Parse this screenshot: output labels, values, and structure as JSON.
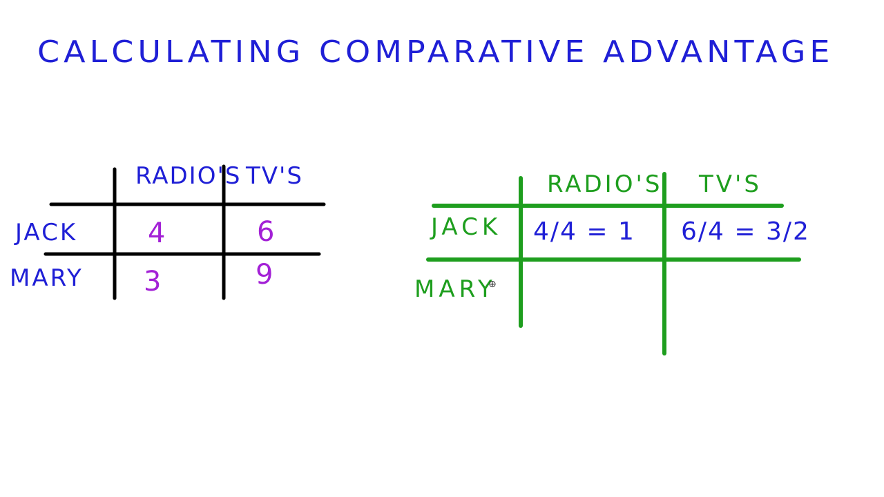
{
  "title": "CALCULATING COMPARATIVE ADVANTAGE",
  "table1": {
    "columns": [
      "RADIO'S",
      "TV'S"
    ],
    "rows": [
      {
        "label": "JACK",
        "values": [
          "4",
          "6"
        ]
      },
      {
        "label": "MARY",
        "values": [
          "3",
          "9"
        ]
      }
    ]
  },
  "table2": {
    "columns": [
      "RADIO'S",
      "TV'S"
    ],
    "rows": [
      {
        "label": "JACK",
        "values": [
          "4/4 = 1",
          "6/4 = 3/2"
        ]
      },
      {
        "label": "MARY",
        "values": [
          "",
          ""
        ]
      }
    ]
  },
  "colors": {
    "title": "#1f1fd6",
    "table1_labels": "#1f1fd6",
    "table1_values": "#a321d6",
    "table1_grid": "#000000",
    "table2": "#1e9e1e",
    "table2_values": "#1f1fd6"
  }
}
